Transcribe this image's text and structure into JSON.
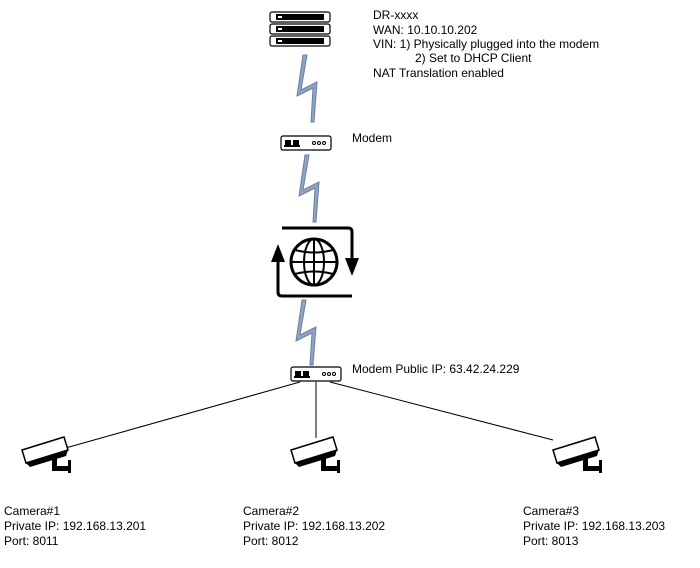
{
  "router": {
    "name": "DR-xxxx",
    "wan": "WAN: 10.10.10.202",
    "vin_line1": "VIN: 1) Physically plugged into the modem",
    "vin_line2": "2) Set to DHCP Client",
    "nat": "NAT Translation enabled"
  },
  "modem_top": {
    "label": "Modem"
  },
  "internet": {
    "icon": "globe-icon"
  },
  "modem_bottom": {
    "label": "Modem Public IP: 63.42.24.229"
  },
  "cameras": [
    {
      "name": "Camera#1",
      "ip": "Private IP: 192.168.13.201",
      "port": "Port: 8011"
    },
    {
      "name": "Camera#2",
      "ip": "Private IP: 192.168.13.202",
      "port": "Port: 8012"
    },
    {
      "name": "Camera#3",
      "ip": "Private IP: 192.168.13.203",
      "port": "Port: 8013"
    }
  ],
  "colors": {
    "link": "#8fa3c2",
    "link_stroke": "#6b7fa6",
    "line": "#000000"
  }
}
